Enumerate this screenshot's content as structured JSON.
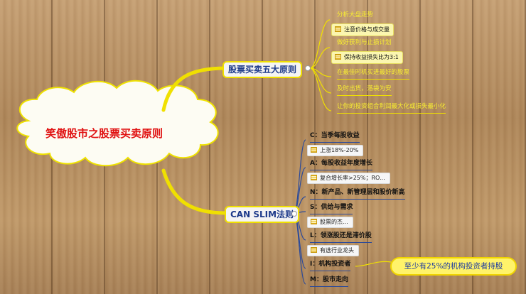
{
  "root": {
    "title": "笑傲股市之股票买卖原则"
  },
  "branch1": {
    "title": "股票买卖五大原则",
    "items": [
      {
        "label": "分析大盘走势",
        "note": "注意价格与成交量"
      },
      {
        "label": "做好获利与止损计划",
        "note": "保持收益损失比为3:1"
      },
      {
        "label": "在最佳时机买进最好的股票"
      },
      {
        "label": "及时出货，落袋为安"
      },
      {
        "label": "让你的投资组合利润最大化或损失最小化"
      }
    ]
  },
  "branch2": {
    "title": "CAN SLIM法则",
    "items": [
      {
        "label": "C：当季每股收益",
        "note": "上涨18%-20%"
      },
      {
        "label": "A：每股收益年度增长",
        "note": "复合增长率>25%；RO..."
      },
      {
        "label": "N：新产品、新管理层和股价新高"
      },
      {
        "label": "S：供给与需求",
        "note": "股票的杰..."
      },
      {
        "label": "L：领涨股还是滞价股",
        "note": "有选行业龙头"
      },
      {
        "label": "I：机构投资者"
      },
      {
        "label": "M：股市走向"
      }
    ]
  },
  "callout": {
    "text": "至少有25%的机构投资者持股"
  },
  "colors": {
    "branch": "#f0e000",
    "node_text": "#1d3a8a",
    "root_text": "#e01010",
    "callout_text": "#1d3aa0"
  }
}
